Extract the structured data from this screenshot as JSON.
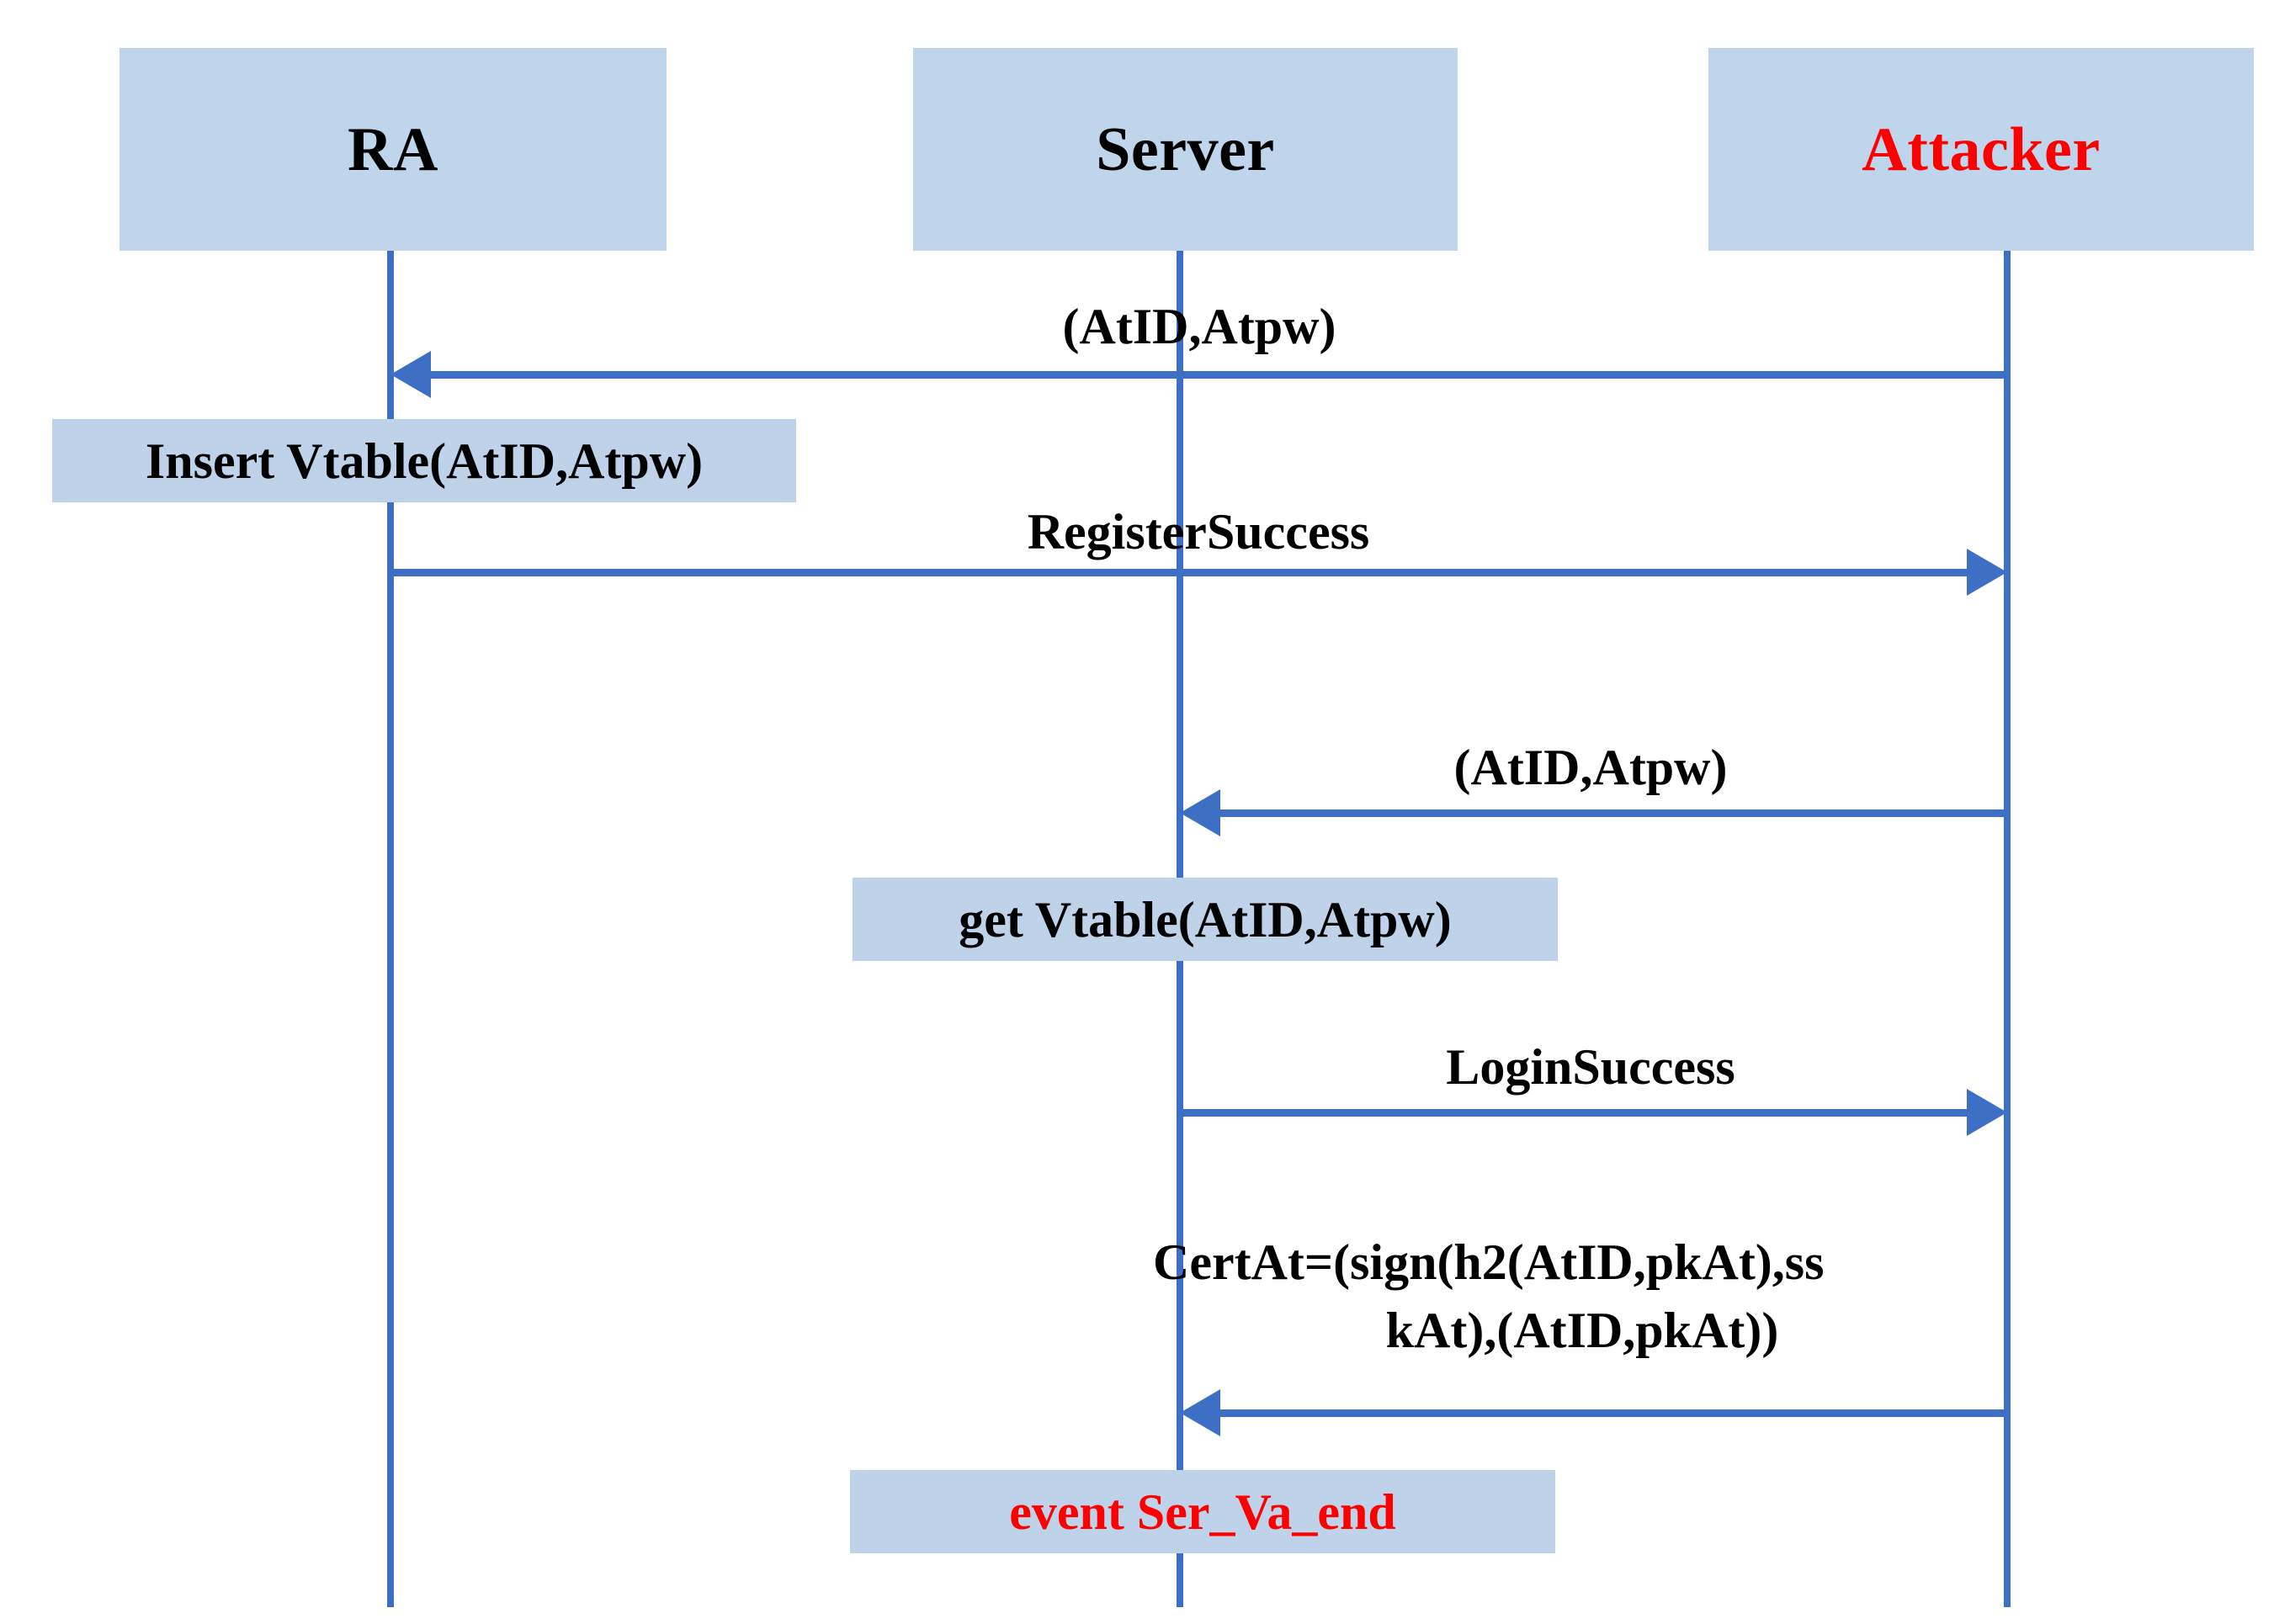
{
  "diagram": {
    "type": "sequence-diagram",
    "title": "Attacker impersonation sequence",
    "colors": {
      "actor_box_fill": "#bed5ec",
      "note_box_fill": "#bed2ea",
      "lifeline": "#3d6fc4",
      "arrow": "#3d6fc4",
      "text": "#000000",
      "highlight_text": "#ff0000",
      "background": "#ffffff"
    },
    "participants": [
      {
        "id": "ra",
        "label": "RA",
        "highlight": false
      },
      {
        "id": "server",
        "label": "Server",
        "highlight": false
      },
      {
        "id": "attacker",
        "label": "Attacker",
        "highlight": true
      }
    ],
    "messages": [
      {
        "id": "m1",
        "label": "(AtID,Atpw)",
        "from": "attacker",
        "to": "ra",
        "direction": "left"
      },
      {
        "id": "m2",
        "label": "RegisterSuccess",
        "from": "ra",
        "to": "attacker",
        "direction": "right"
      },
      {
        "id": "m3",
        "label": "(AtID,Atpw)",
        "from": "attacker",
        "to": "server",
        "direction": "left"
      },
      {
        "id": "m4",
        "label": "LoginSuccess",
        "from": "server",
        "to": "attacker",
        "direction": "right"
      },
      {
        "id": "m5",
        "label_line1": "CertAt=(sign(h2(AtID,pkAt),ss",
        "label_line2": "kAt),(AtID,pkAt))",
        "from": "attacker",
        "to": "server",
        "direction": "left"
      }
    ],
    "notes": [
      {
        "id": "n1",
        "label": "Insert Vtable(AtID,Atpw)",
        "on": "ra",
        "highlight": false
      },
      {
        "id": "n2",
        "label": "get Vtable(AtID,Atpw)",
        "on": "server",
        "highlight": false
      },
      {
        "id": "n3",
        "label": "event Ser_Va_end",
        "on": "server",
        "highlight": true
      }
    ]
  }
}
